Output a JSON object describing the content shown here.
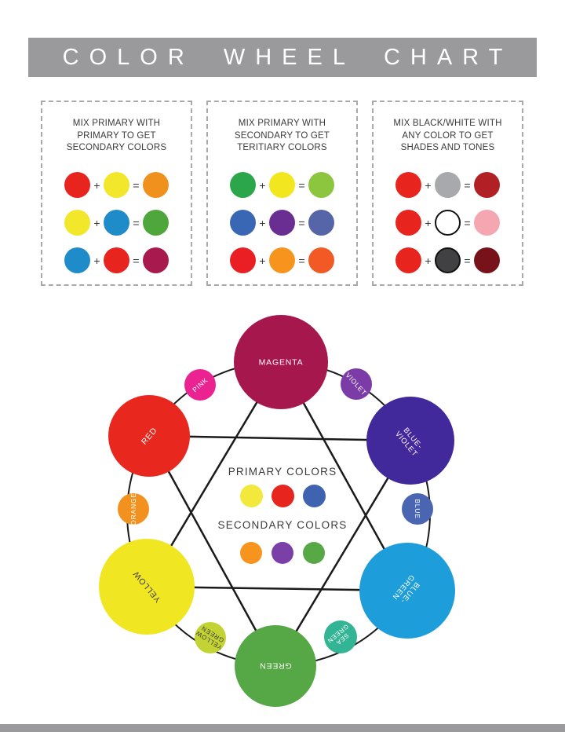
{
  "title": "COLOR WHEEL CHART",
  "theme": {
    "banner_bg": "#9A999B",
    "text_dark": "#3A3A3A",
    "line_color": "#1A1A1A"
  },
  "ops": {
    "plus": "+",
    "equals": "="
  },
  "mix_boxes": [
    {
      "title_lines": [
        "MIX PRIMARY WITH",
        "PRIMARY TO GET",
        "SECONDARY COLORS"
      ],
      "rows": [
        {
          "a": "#E8241F",
          "b": "#F3E72B",
          "result": "#F0911D"
        },
        {
          "a": "#F3E72B",
          "b": "#1F8CCA",
          "result": "#4FA73C"
        },
        {
          "a": "#1F8CCA",
          "b": "#E8241F",
          "result": "#A81A4E"
        }
      ]
    },
    {
      "title_lines": [
        "MIX PRIMARY WITH",
        "SECONDARY  TO GET",
        "TERITIARY COLORS"
      ],
      "rows": [
        {
          "a": "#2CA64B",
          "b": "#F2E71E",
          "result": "#8CC63F"
        },
        {
          "a": "#3A67B4",
          "b": "#6A2D91",
          "result": "#5565A7"
        },
        {
          "a": "#EA1F24",
          "b": "#F7941D",
          "result": "#F15A24"
        }
      ]
    },
    {
      "title_lines": [
        "MIX BLACK/WHITE WITH",
        "ANY COLOR TO GET",
        "SHADES AND TONES"
      ],
      "rows": [
        {
          "a": "#E8241F",
          "b": "#A7A9AC",
          "result": "#B02025"
        },
        {
          "a": "#E8241F",
          "b": "#FFFFFF",
          "result": "#F4A6B1"
        },
        {
          "a": "#E8241F",
          "b": "#414042",
          "result": "#77121A"
        }
      ]
    }
  ],
  "legend": {
    "primary_label": "PRIMARY COLORS",
    "primary_dots": [
      "#F2E93C",
      "#E8241E",
      "#3F63B0"
    ],
    "secondary_label": "SECONDARY COLORS",
    "secondary_dots": [
      "#F7941D",
      "#7B3FA8",
      "#58A846"
    ]
  },
  "wheel": {
    "circles": [
      {
        "id": "magenta",
        "label_lines": [
          "MAGENTA"
        ],
        "color": "#A6174E",
        "text_color": "#FFFFFF"
      },
      {
        "id": "pink",
        "label_lines": [
          "PINK"
        ],
        "color": "#EB2390",
        "text_color": "#FFFFFF"
      },
      {
        "id": "violet",
        "label_lines": [
          "VIOLET"
        ],
        "color": "#7C3CA8",
        "text_color": "#FFFFFF"
      },
      {
        "id": "blue-violet",
        "label_lines": [
          "BLUE-",
          "VIOLET"
        ],
        "color": "#41289B",
        "text_color": "#FFFFFF"
      },
      {
        "id": "blue",
        "label_lines": [
          "BLUE"
        ],
        "color": "#4A65B2",
        "text_color": "#FFFFFF"
      },
      {
        "id": "blue-green",
        "label_lines": [
          "BLUE-",
          "GREEN"
        ],
        "color": "#1D9DD9",
        "text_color": "#FFFFFF"
      },
      {
        "id": "sea-green",
        "label_lines": [
          "SEA",
          "GREEN"
        ],
        "color": "#33B495",
        "text_color": "#FFFFFF"
      },
      {
        "id": "green",
        "label_lines": [
          "GREEN"
        ],
        "color": "#55A845",
        "text_color": "#FFFFFF"
      },
      {
        "id": "yellow-green",
        "label_lines": [
          "YELLOW",
          "GREEN"
        ],
        "color": "#C3D334",
        "text_color": "#3A3A3A"
      },
      {
        "id": "yellow",
        "label_lines": [
          "YELLOW"
        ],
        "color": "#F0E622",
        "text_color": "#3A3A3A"
      },
      {
        "id": "orange",
        "label_lines": [
          "ORANGE"
        ],
        "color": "#F2911D",
        "text_color": "#FFFFFF"
      },
      {
        "id": "red",
        "label_lines": [
          "RED"
        ],
        "color": "#E8281E",
        "text_color": "#FFFFFF"
      }
    ],
    "triangles": [
      [
        "red",
        "blue-violet",
        "green"
      ],
      [
        "magenta",
        "blue-green",
        "yellow"
      ]
    ]
  }
}
